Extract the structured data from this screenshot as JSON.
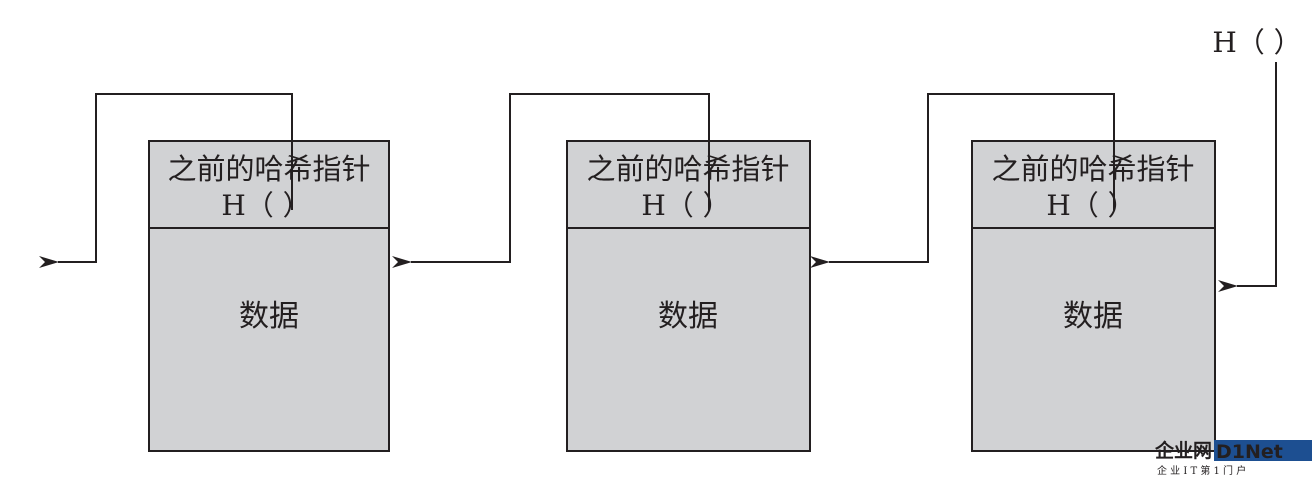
{
  "colors": {
    "block_fill": "#d1d2d4",
    "stroke": "#231f20",
    "watermark_orange": "#f08a1c",
    "watermark_blue": "#1d4f91"
  },
  "blocks": [
    {
      "header_label": "之前的哈希指针",
      "hash_label": "H（ ）",
      "body_label": "数据"
    },
    {
      "header_label": "之前的哈希指针",
      "hash_label": "H（ ）",
      "body_label": "数据"
    },
    {
      "header_label": "之前的哈希指针",
      "hash_label": "H（ ）",
      "body_label": "数据"
    }
  ],
  "head_pointer_label": "H（ ）",
  "watermark": {
    "brand_cn": "企业网",
    "brand_en": "D1Net",
    "tagline": "企 业 I T 第 1 门 户"
  }
}
